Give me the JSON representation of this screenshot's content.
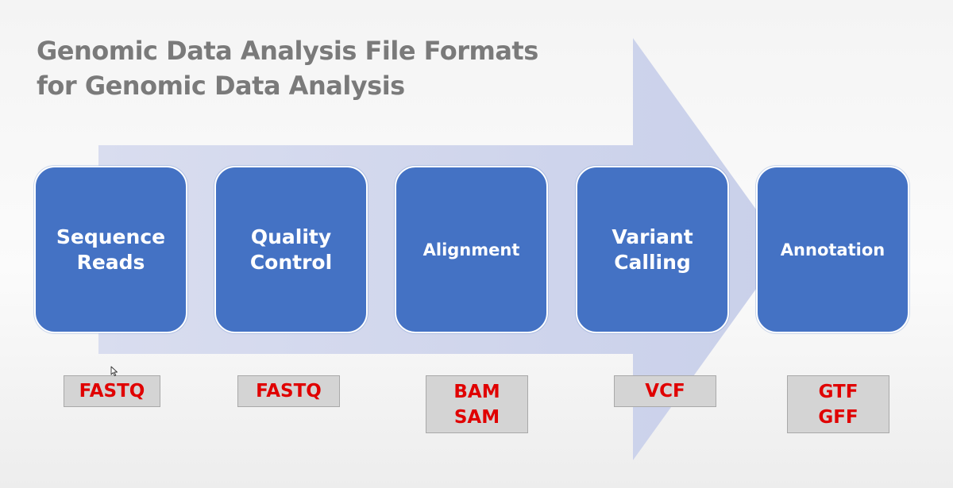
{
  "title": {
    "line1": "Genomic Data Analysis File Formats",
    "line2": "for Genomic Data Analysis"
  },
  "colors": {
    "arrow": "#d2d8ec",
    "box": "#4472c4",
    "format_bg": "#d4d4d4",
    "format_text": "#e00000",
    "title_text": "#7a7a7a"
  },
  "steps": [
    {
      "label": "Sequence\nReads",
      "format": "FASTQ"
    },
    {
      "label": "Quality\nControl",
      "format": "FASTQ"
    },
    {
      "label": "Alignment",
      "format": "BAM\nSAM"
    },
    {
      "label": "Variant\nCalling",
      "format": "VCF"
    },
    {
      "label": "Annotation",
      "format": "GTF\nGFF"
    }
  ],
  "icons": {
    "flow": "process-arrow",
    "pointer": "mouse-cursor-icon"
  }
}
